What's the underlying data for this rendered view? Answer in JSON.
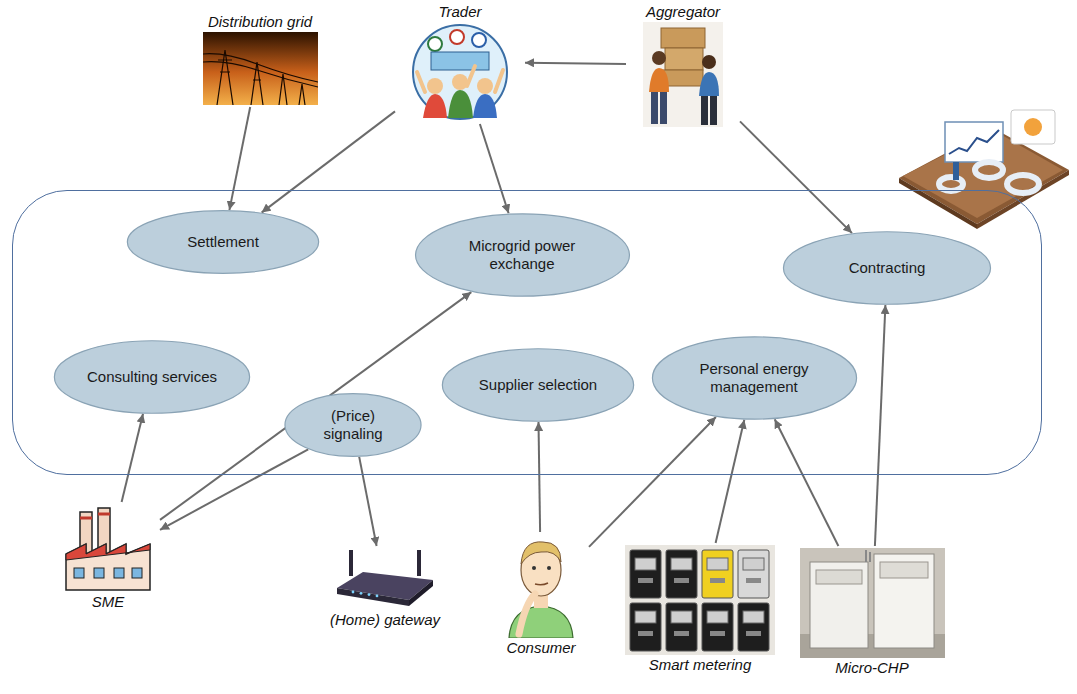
{
  "diagram": {
    "nodes": [
      {
        "text": [
          "Distribution grid"
        ]
      },
      {
        "text": [
          "Trader"
        ]
      },
      {
        "text": [
          "Aggregator"
        ]
      },
      {
        "text": []
      },
      {
        "text": [
          "Settlement"
        ],
        "in": 3
      },
      {
        "text": [
          "Microgrid power exchange"
        ],
        "in": 3
      },
      {
        "text": [
          "Contracting"
        ],
        "in": 3
      },
      {
        "text": [
          "Consulting services"
        ],
        "in": 3
      },
      {
        "text": [
          "Supplier selection"
        ],
        "in": 3
      },
      {
        "text": [
          "Personal energy management"
        ],
        "in": 3
      },
      {
        "text": [
          "(Price) signaling"
        ],
        "in": 3
      },
      {
        "text": [
          "SME"
        ]
      },
      {
        "text": [
          "(Home) gateway"
        ]
      },
      {
        "text": [
          "Consumer"
        ]
      },
      {
        "text": [
          "Smart metering"
        ]
      },
      {
        "text": [
          "Micro-CHP"
        ]
      }
    ],
    "edges": [
      {
        "from": 0,
        "to": 4,
        "arrow": "to"
      },
      {
        "from": 1,
        "to": 4,
        "arrow": "to"
      },
      {
        "from": 1,
        "to": 5,
        "arrow": "to"
      },
      {
        "from": 2,
        "to": 1,
        "arrow": "to"
      },
      {
        "from": 2,
        "to": 6,
        "arrow": "to"
      },
      {
        "from": 11,
        "to": 7,
        "arrow": "to"
      },
      {
        "from": 11,
        "to": 5,
        "arrow": "to"
      },
      {
        "from": 10,
        "to": 11,
        "arrow": "to"
      },
      {
        "from": 10,
        "to": 12,
        "arrow": "to"
      },
      {
        "from": 13,
        "to": 8,
        "arrow": "to"
      },
      {
        "from": 13,
        "to": 9,
        "arrow": "to"
      },
      {
        "from": 14,
        "to": 9,
        "arrow": "to"
      },
      {
        "from": 15,
        "to": 9,
        "arrow": "to"
      },
      {
        "from": 15,
        "to": 6,
        "arrow": "to"
      }
    ]
  }
}
